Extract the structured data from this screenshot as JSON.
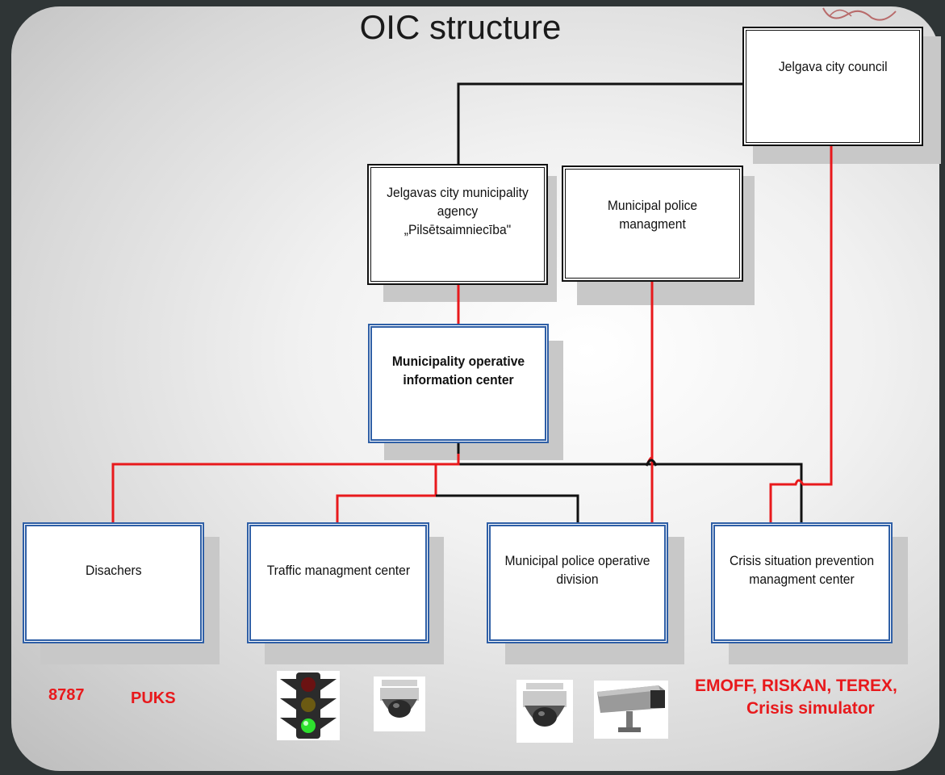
{
  "title": "OIC structure",
  "nodes": {
    "council": "Jelgava city council",
    "agency": "Jelgavas city municipality agency „Pilsētsaimniecība\"",
    "police_mgmt": "Municipal police managment",
    "oic": "Municipality operative information center",
    "dischargers": "Disachers",
    "traffic": "Traffic managment center",
    "police_ops": "Municipal police operative division",
    "crisis": "Crisis situation prevention managment center"
  },
  "labels": {
    "phone": "8787",
    "puks": "PUKS",
    "crisis_tools_line1": "EMOFF, RISKAN, TEREX,",
    "crisis_tools_line2": "Crisis simulator"
  },
  "icons": [
    "traffic-light-icon",
    "dome-camera-icon",
    "bullet-camera-icon"
  ],
  "colors": {
    "red_line": "#e8191c",
    "black_line": "#111111",
    "blue_border": "#2f5fa6",
    "red_text": "#e8191c"
  }
}
